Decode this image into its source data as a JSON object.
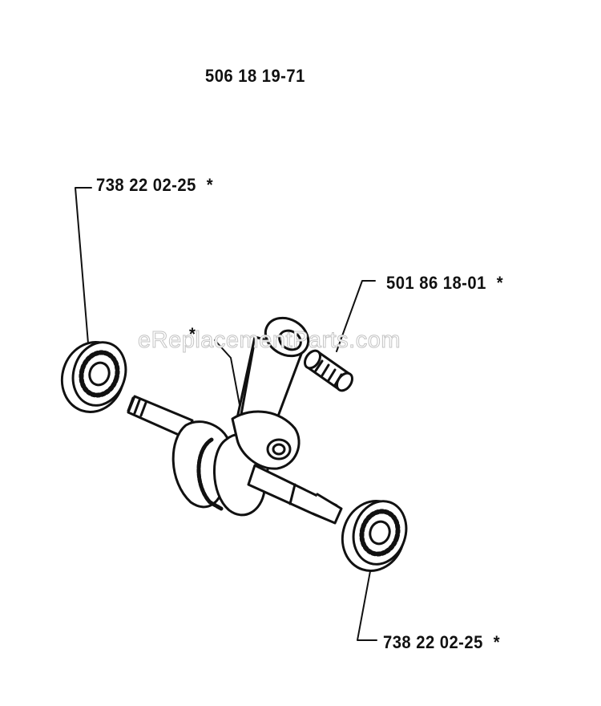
{
  "diagram": {
    "assembly_number": "506 18 19-71",
    "parts": [
      {
        "part_number": "738 22 02-25",
        "marker": "*"
      },
      {
        "part_number": "501 86 18-01",
        "marker": "*"
      },
      {
        "part_number": "738 22 02-25",
        "marker": "*"
      }
    ],
    "connecting_rod_marker": "*",
    "watermark": "eReplacementParts.com",
    "colors": {
      "ink": "#111111",
      "watermark_outline": "#c4c4c4",
      "background": "#ffffff"
    }
  }
}
